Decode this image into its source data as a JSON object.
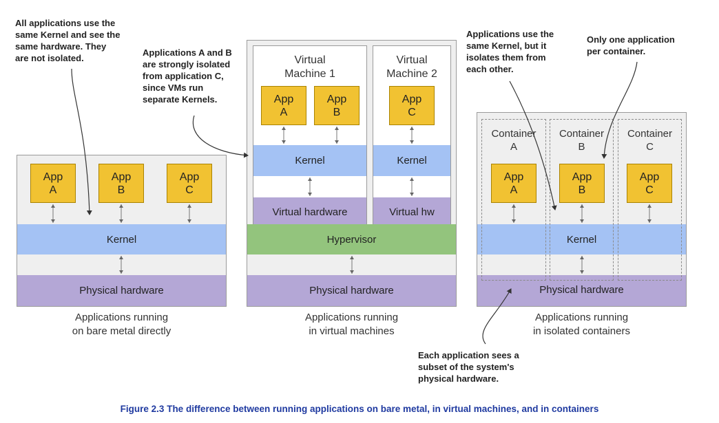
{
  "bare_metal": {
    "apps": [
      {
        "line1": "App",
        "line2": "A"
      },
      {
        "line1": "App",
        "line2": "B"
      },
      {
        "line1": "App",
        "line2": "C"
      }
    ],
    "kernel": "Kernel",
    "hardware": "Physical hardware",
    "caption": "Applications running\non bare metal directly"
  },
  "virtual_machines": {
    "vm1": {
      "title_line1": "Virtual",
      "title_line2": "Machine 1",
      "apps": [
        {
          "line1": "App",
          "line2": "A"
        },
        {
          "line1": "App",
          "line2": "B"
        }
      ],
      "kernel": "Kernel",
      "hardware": "Virtual hardware"
    },
    "vm2": {
      "title_line1": "Virtual",
      "title_line2": "Machine 2",
      "apps": [
        {
          "line1": "App",
          "line2": "C"
        }
      ],
      "kernel": "Kernel",
      "hardware": "Virtual hw"
    },
    "hypervisor": "Hypervisor",
    "hardware": "Physical hardware",
    "caption": "Applications running\nin virtual machines"
  },
  "containers": {
    "items": [
      {
        "title_line1": "Container",
        "title_line2": "A",
        "app_line1": "App",
        "app_line2": "A"
      },
      {
        "title_line1": "Container",
        "title_line2": "B",
        "app_line1": "App",
        "app_line2": "B"
      },
      {
        "title_line1": "Container",
        "title_line2": "C",
        "app_line1": "App",
        "app_line2": "C"
      }
    ],
    "kernel": "Kernel",
    "hardware": "Physical hardware",
    "caption": "Applications running\nin isolated containers"
  },
  "notes": {
    "bare_metal": "All applications use the\nsame Kernel and see the\nsame hardware. They\nare not isolated.",
    "vm": "Applications A and B\nare strongly isolated\nfrom application C,\nsince VMs run\nseparate Kernels.",
    "container_kernel": "Applications use the\nsame Kernel, but it\nisolates them from\neach other.",
    "one_app": "Only one application\nper container.",
    "hardware_subset": "Each application sees a\nsubset of the system's\nphysical hardware."
  },
  "figure_caption": "Figure 2.3 The difference between running applications on bare metal, in virtual machines, and in containers"
}
